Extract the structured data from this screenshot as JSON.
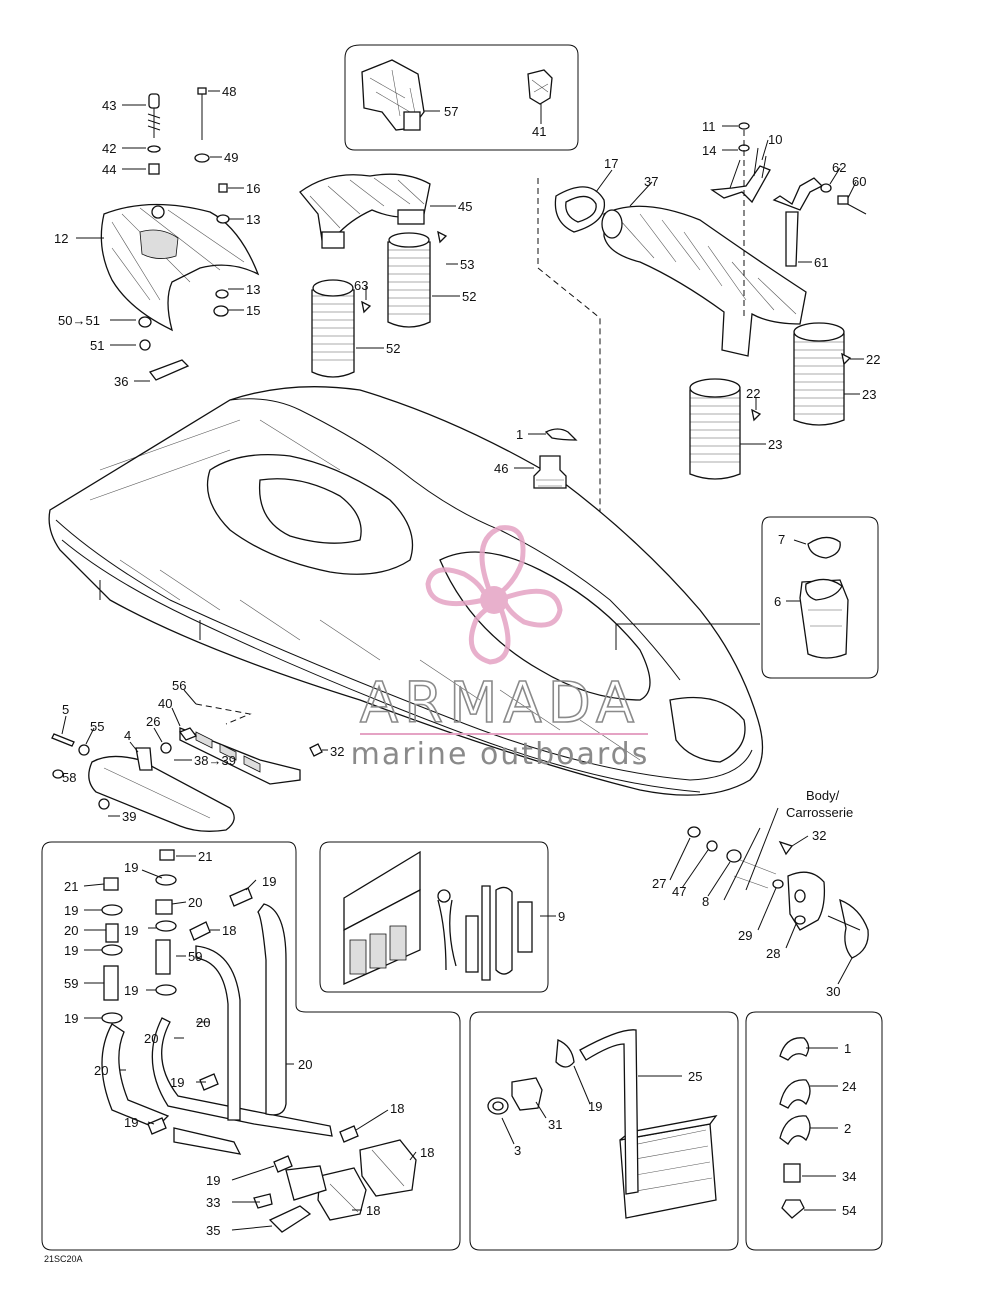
{
  "callouts": {
    "n1": "1",
    "n2": "2",
    "n3": "3",
    "n4": "4",
    "n5": "5",
    "n6": "6",
    "n7": "7",
    "n8": "8",
    "n9": "9",
    "n10": "10",
    "n11": "11",
    "n12": "12",
    "n13": "13",
    "n14": "14",
    "n15": "15",
    "n16": "16",
    "n17": "17",
    "n18": "18",
    "n19": "19",
    "n20": "20",
    "n21": "21",
    "n22": "22",
    "n23": "23",
    "n24": "24",
    "n25": "25",
    "n26": "26",
    "n27": "27",
    "n28": "28",
    "n29": "29",
    "n30": "30",
    "n31": "31",
    "n32": "32",
    "n33": "33",
    "n34": "34",
    "n35": "35",
    "n36": "36",
    "n37": "37",
    "n38_39": "38→39",
    "n39": "39",
    "n40": "40",
    "n41": "41",
    "n42": "42",
    "n43": "43",
    "n44": "44",
    "n45": "45",
    "n46": "46",
    "n47": "47",
    "n48": "48",
    "n49": "49",
    "n50_51": "50→51",
    "n51": "51",
    "n52": "52",
    "n53": "53",
    "n54": "54",
    "n55": "55",
    "n56": "56",
    "n57": "57",
    "n58": "58",
    "n59": "59",
    "n60": "60",
    "n61": "61",
    "n62": "62",
    "n63": "63"
  },
  "body_label": {
    "line1": "Body/",
    "line2": "Carrosserie"
  },
  "figure_code": "21SC20A",
  "watermark": {
    "title": "ARMADA",
    "subtitle": "marine outboards",
    "color_logo": "#e5a3c4",
    "color_text": "#8a8a8a"
  }
}
